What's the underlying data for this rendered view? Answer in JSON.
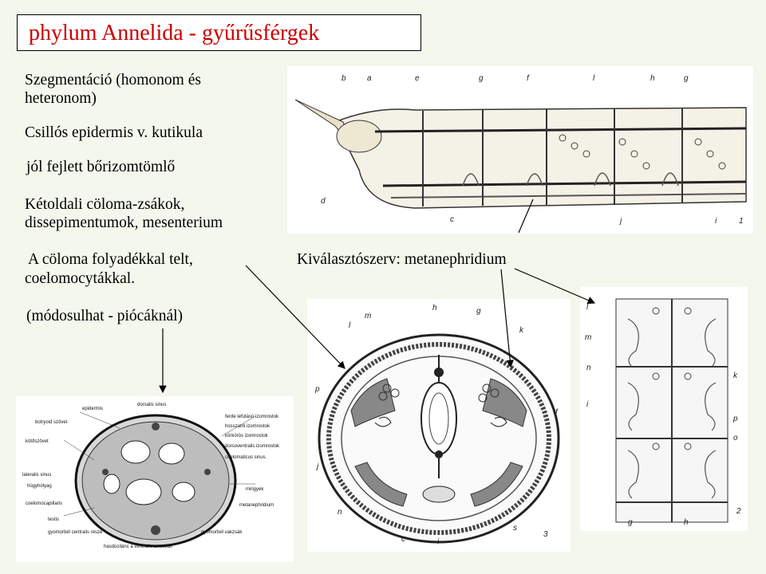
{
  "slide": {
    "title": "phylum Annelida - gyűrűsférgek",
    "title_color": "#cc0000",
    "background": "#f3f7ec",
    "lines": [
      "Szegmentáció (homonom és",
      "heteronom)",
      "Csillós epidermis v. kutikula",
      "jól fejlett bőrizomtömlő",
      "Kétoldali cöloma-zsákok,",
      "dissepimentumok, mesenterium",
      "A cöloma folyadékkal telt,",
      "coelomocytákkal.",
      "(módosulhat - piócáknál)",
      "Kiválasztószerv: metanephridium"
    ]
  },
  "figure_top": {
    "letters": [
      "b",
      "a",
      "e",
      "g",
      "f",
      "l",
      "h",
      "g",
      "d",
      "c",
      "j",
      "i",
      "1"
    ]
  },
  "figure_cross": {
    "letters": [
      "h",
      "g",
      "m",
      "l",
      "k",
      "p",
      "f",
      "j",
      "n",
      "c",
      "i",
      "s",
      "3"
    ]
  },
  "figure_nephridia": {
    "letters": [
      "l",
      "m",
      "n",
      "i",
      "k",
      "p",
      "o",
      "g",
      "h",
      "2"
    ]
  },
  "figure_leech": {
    "labels": [
      "dorsalis sinus",
      "epidermis",
      "botryoid szövet",
      "ferde lefutású izomrostok",
      "kötőszövet",
      "hosszanti izomrostok",
      "körkörös izomrostok",
      "dorsoventralis izomrostok",
      "coelomaticus sinus",
      "lateralis sinus",
      "hügyhólyag",
      "mirigyek",
      "coelomocapillaris",
      "metanephridium",
      "testis",
      "gyomorbél centralis része",
      "gyomorbél vakzsák",
      "hasdúcilánc a ventralis sinusban"
    ]
  }
}
